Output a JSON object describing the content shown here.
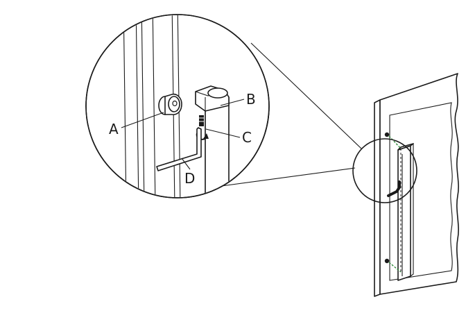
{
  "diagram": {
    "callouts": {
      "a": "A",
      "b": "B",
      "c": "C",
      "d": "D"
    },
    "colors": {
      "line": "#1a1a1a",
      "background": "#ffffff",
      "screw_marker": "#2f8a3a"
    }
  }
}
